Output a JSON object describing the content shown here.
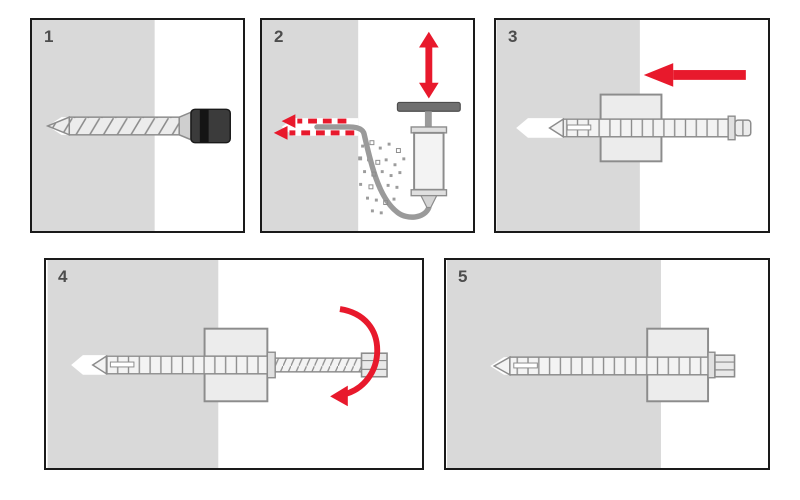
{
  "colors": {
    "background": "#ffffff",
    "wall_gray": "#d9d9d9",
    "outline_gray": "#8c8c8c",
    "fill_light": "#f3f3f3",
    "accent_red": "#e8192c",
    "panel_border": "#1a1a1a",
    "number_gray": "#4d4d4d",
    "chuck_dark": "#3b3b3b"
  },
  "panels": [
    {
      "number": "1",
      "icons": [
        "drill-bit-icon",
        "drill-chuck-icon",
        "wall-section",
        "drilled-hole"
      ]
    },
    {
      "number": "2",
      "icons": [
        "blow-pump-icon",
        "pump-motion-double-arrow-icon",
        "airflow-dashed-arrows-icon",
        "dust-particles-icon"
      ]
    },
    {
      "number": "3",
      "icons": [
        "insertion-arrow-left-icon",
        "anchor-sleeve-icon",
        "fixture-square",
        "screw-head-icon"
      ]
    },
    {
      "number": "4",
      "icons": [
        "rotation-arrow-icon",
        "anchor-sleeve-icon",
        "threaded-screw-icon",
        "hex-head-icon",
        "fixture-square"
      ]
    },
    {
      "number": "5",
      "icons": [
        "anchor-sleeve-icon",
        "hex-head-icon",
        "fixture-square"
      ]
    }
  ]
}
